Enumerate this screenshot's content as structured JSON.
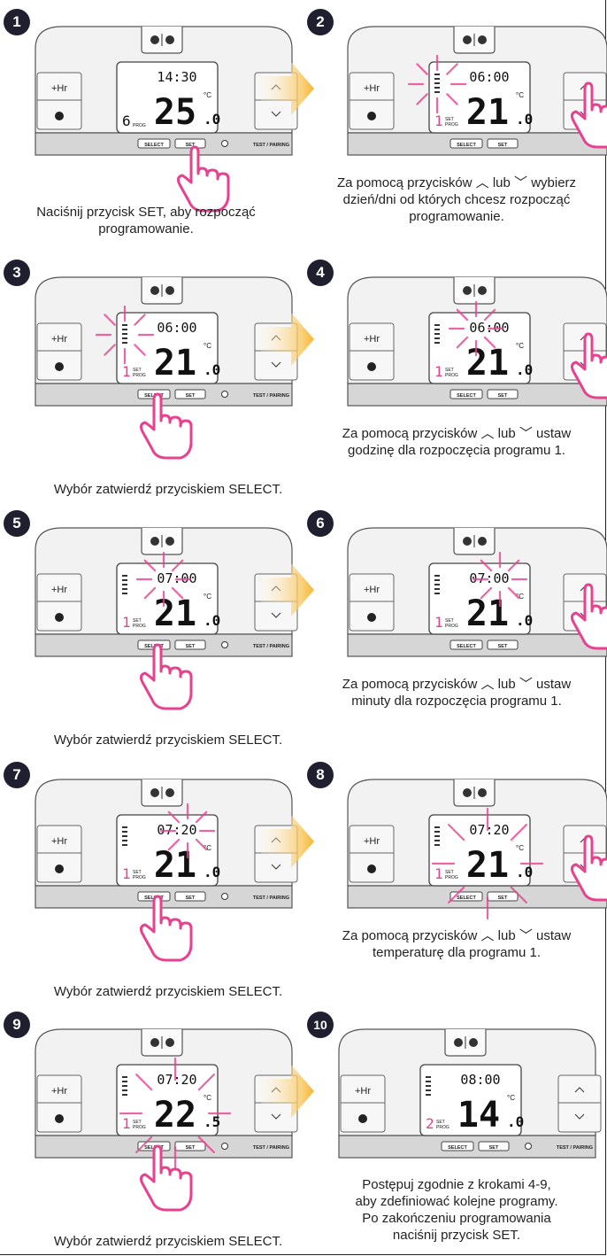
{
  "labels": {
    "hr": "+Hr",
    "select": "SELECT",
    "set": "SET",
    "test_pairing": "TEST / PAIRING",
    "pairing_cut": "RING",
    "set_prog": [
      "SET",
      "PROG"
    ],
    "prog": "PROG",
    "celsius": "°C"
  },
  "colors": {
    "highlight": "#e8418f",
    "device": "#f2f2f2",
    "base": "#d6d6d6",
    "badge": "#1f1f30",
    "arrow": "#f7b733"
  },
  "steps": [
    {
      "number": "1",
      "time": "14:30",
      "temp": "25",
      "dec": ".0",
      "prog": "6",
      "hand": "set",
      "device": "full",
      "rays": [],
      "caption": [
        "Naciśnij przycisk SET, aby rozpocząć",
        "programowanie."
      ]
    },
    {
      "number": "2",
      "time": "06:00",
      "temp": "21",
      "dec": ".0",
      "prog": "1",
      "hand": "up",
      "device": "cut",
      "rays": "days",
      "caption": [
        "Za pomocą przycisków  ︿  lub  ﹀  wybierz",
        "dzień/dni od których chcesz rozpocząć",
        "programowanie."
      ]
    },
    {
      "number": "3",
      "time": "06:00",
      "temp": "21",
      "dec": ".0",
      "prog": "1",
      "hand": "select",
      "device": "full",
      "rays": "days",
      "caption": [
        "Wybór zatwierdź przyciskiem SELECT."
      ]
    },
    {
      "number": "4",
      "time": "06:00",
      "temp": "21",
      "dec": ".0",
      "prog": "1",
      "hand": "up",
      "device": "cut",
      "rays": "hour",
      "caption": [
        "Za pomocą przycisków  ︿  lub  ﹀  ustaw",
        "godzinę dla rozpoczęcia programu 1."
      ]
    },
    {
      "number": "5",
      "time": "07:00",
      "temp": "21",
      "dec": ".0",
      "prog": "1",
      "hand": "select",
      "device": "full",
      "rays": "hour",
      "caption": [
        "Wybór zatwierdź przyciskiem SELECT."
      ]
    },
    {
      "number": "6",
      "time": "07:00",
      "temp": "21",
      "dec": ".0",
      "prog": "1",
      "hand": "up",
      "device": "cut",
      "rays": "min",
      "caption": [
        "Za pomocą przycisków  ︿  lub  ﹀  ustaw",
        "minuty dla rozpoczęcia programu 1."
      ]
    },
    {
      "number": "7",
      "time": "07:20",
      "temp": "21",
      "dec": ".0",
      "prog": "1",
      "hand": "select",
      "device": "full",
      "rays": "min",
      "caption": [
        "Wybór zatwierdź przyciskiem SELECT."
      ]
    },
    {
      "number": "8",
      "time": "07:20",
      "temp": "21",
      "dec": ".0",
      "prog": "1",
      "hand": "up",
      "device": "cut",
      "rays": "temp",
      "caption": [
        "Za pomocą przycisków  ︿  lub  ﹀  ustaw",
        "temperaturę dla programu 1."
      ]
    },
    {
      "number": "9",
      "time": "07:20",
      "temp": "22",
      "dec": ".5",
      "prog": "1",
      "hand": "select",
      "device": "full",
      "rays": "temp",
      "caption": [
        "Wybór zatwierdź przyciskiem SELECT."
      ]
    },
    {
      "number": "10",
      "time": "08:00",
      "temp": "14",
      "dec": ".0",
      "prog": "2",
      "hand": "none",
      "device": "full",
      "rays": [],
      "caption": [
        "Postępuj zgodnie z krokami 4-9,",
        "aby zdefiniować kolejne programy.",
        "Po zakończeniu programowania",
        "naciśnij przycisk SET."
      ]
    }
  ]
}
